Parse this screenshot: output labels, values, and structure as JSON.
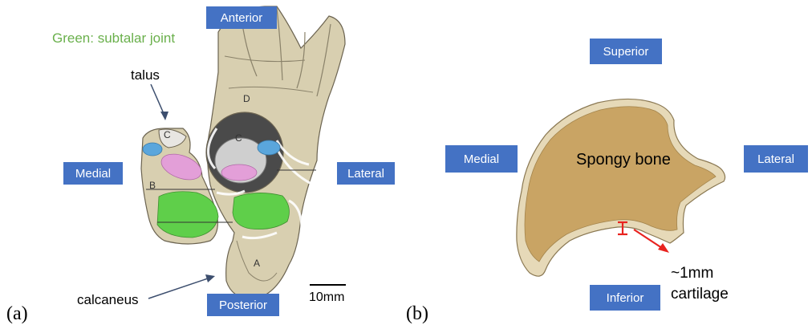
{
  "panel_a": {
    "label": "(a)",
    "legend": "Green: subtalar joint",
    "legend_color": "#6ab04c",
    "directions": {
      "anterior": "Anterior",
      "posterior": "Posterior",
      "medial": "Medial",
      "lateral": "Lateral"
    },
    "bones": {
      "talus": "talus",
      "calcaneus": "calcaneus"
    },
    "region_letters": [
      "A",
      "B",
      "C",
      "C",
      "D"
    ],
    "scale_bar": "10mm"
  },
  "panel_b": {
    "label": "(b)",
    "directions": {
      "superior": "Superior",
      "inferior": "Inferior",
      "medial": "Medial",
      "lateral": "Lateral"
    },
    "tissue": "Spongy bone",
    "cartilage_line1": "~1mm",
    "cartilage_line2": "cartilage",
    "marker_color": "#e8231f"
  },
  "colors": {
    "badge": "#4472c4",
    "bone": "#d8cfb0",
    "cartilage_green": "#5fcf4a",
    "cartilage_pink": "#e39fd8",
    "cartilage_blue": "#5aa6dc",
    "spongy_bone": "#c9a464"
  }
}
